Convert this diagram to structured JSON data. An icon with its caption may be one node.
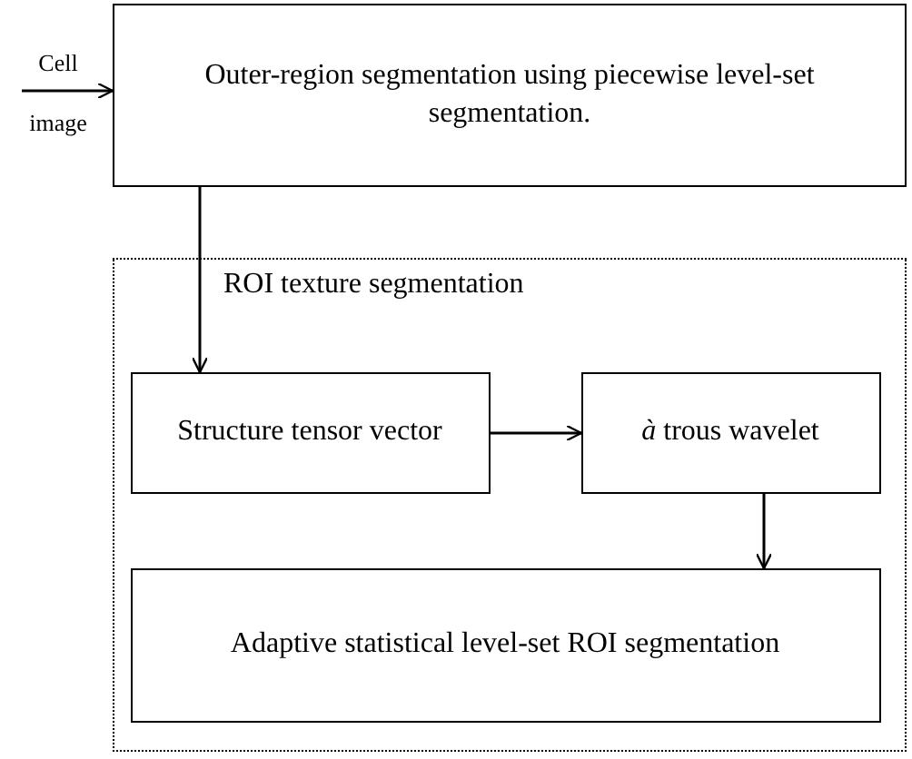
{
  "diagram": {
    "nodes": [
      {
        "text": [
          "Cell image"
        ]
      },
      {
        "text": [
          "Outer-region segmentation using piecewise level-set segmentation."
        ]
      },
      {
        "text": [
          "ROI texture segmentation"
        ]
      },
      {
        "text": [
          "Structure tensor vector"
        ],
        "in": 2
      },
      {
        "text": [
          "*à* trous wavelet"
        ],
        "in": 2
      },
      {
        "text": [
          "Adaptive statistical level-set ROI segmentation"
        ],
        "in": 2
      }
    ],
    "edges": [
      {
        "from": 0,
        "to": 1,
        "arrow": "to"
      },
      {
        "from": 1,
        "to": 3,
        "arrow": "to"
      },
      {
        "from": 3,
        "to": 4,
        "arrow": "to"
      },
      {
        "from": 4,
        "to": 5,
        "arrow": "to"
      }
    ]
  }
}
